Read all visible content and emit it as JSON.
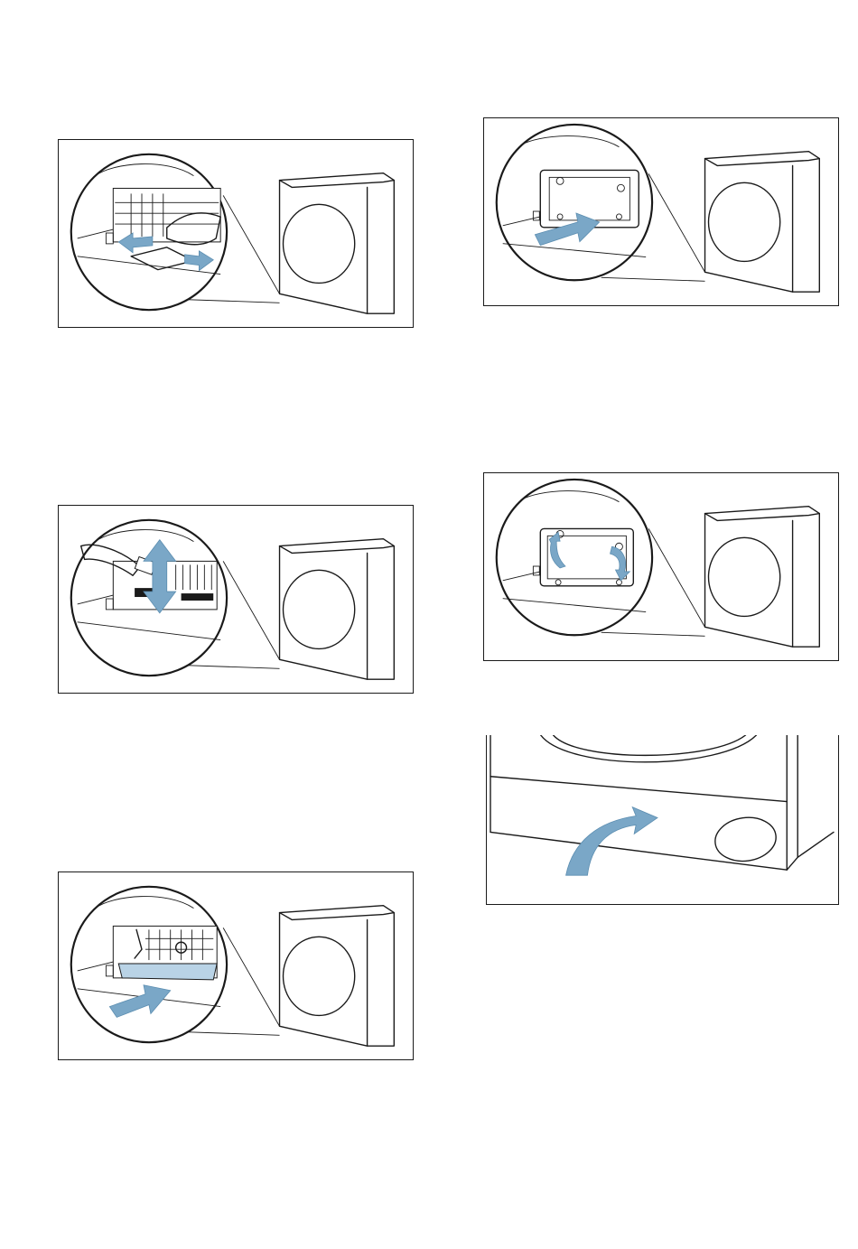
{
  "figures": [
    {
      "id": "fig-1",
      "action": "swap-filter-sideways"
    },
    {
      "id": "fig-2",
      "action": "insert-cover"
    },
    {
      "id": "fig-3",
      "action": "rinse-filter"
    },
    {
      "id": "fig-4",
      "action": "lock-levers"
    },
    {
      "id": "fig-5",
      "action": "insert-filter"
    },
    {
      "id": "fig-6",
      "action": "close-flap"
    }
  ],
  "colors": {
    "arrow": "#7aa7c7",
    "line": "#1a1a1a"
  }
}
